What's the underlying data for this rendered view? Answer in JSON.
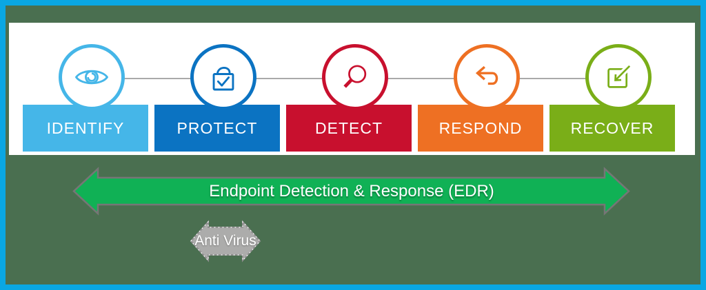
{
  "frame": {
    "border_color": "#0AA7E3",
    "background_color": "#4A6F50",
    "panel_color": "#FFFFFF"
  },
  "connector": {
    "color": "#A9A9A9"
  },
  "stages": [
    {
      "label": "IDENTIFY",
      "color": "#45B6E8",
      "icon": "eye-icon"
    },
    {
      "label": "PROTECT",
      "color": "#0B73C2",
      "icon": "padlock-check-icon"
    },
    {
      "label": "DETECT",
      "color": "#C8102E",
      "icon": "magnifying-glass-icon"
    },
    {
      "label": "RESPOND",
      "color": "#EE7023",
      "icon": "undo-arrow-icon"
    },
    {
      "label": "RECOVER",
      "color": "#7AAE18",
      "icon": "restore-square-arrow-icon"
    }
  ],
  "edr_arrow": {
    "label": "Endpoint Detection & Response (EDR)",
    "fill_color": "#10B155",
    "border_color": "#767676",
    "text_color": "#FFFFFF"
  },
  "antivirus_arrow": {
    "label": "Anti Virus",
    "fill_color": "#ACACAB",
    "border_color": "#8F8F8F",
    "text_color": "#FFFFFF"
  }
}
